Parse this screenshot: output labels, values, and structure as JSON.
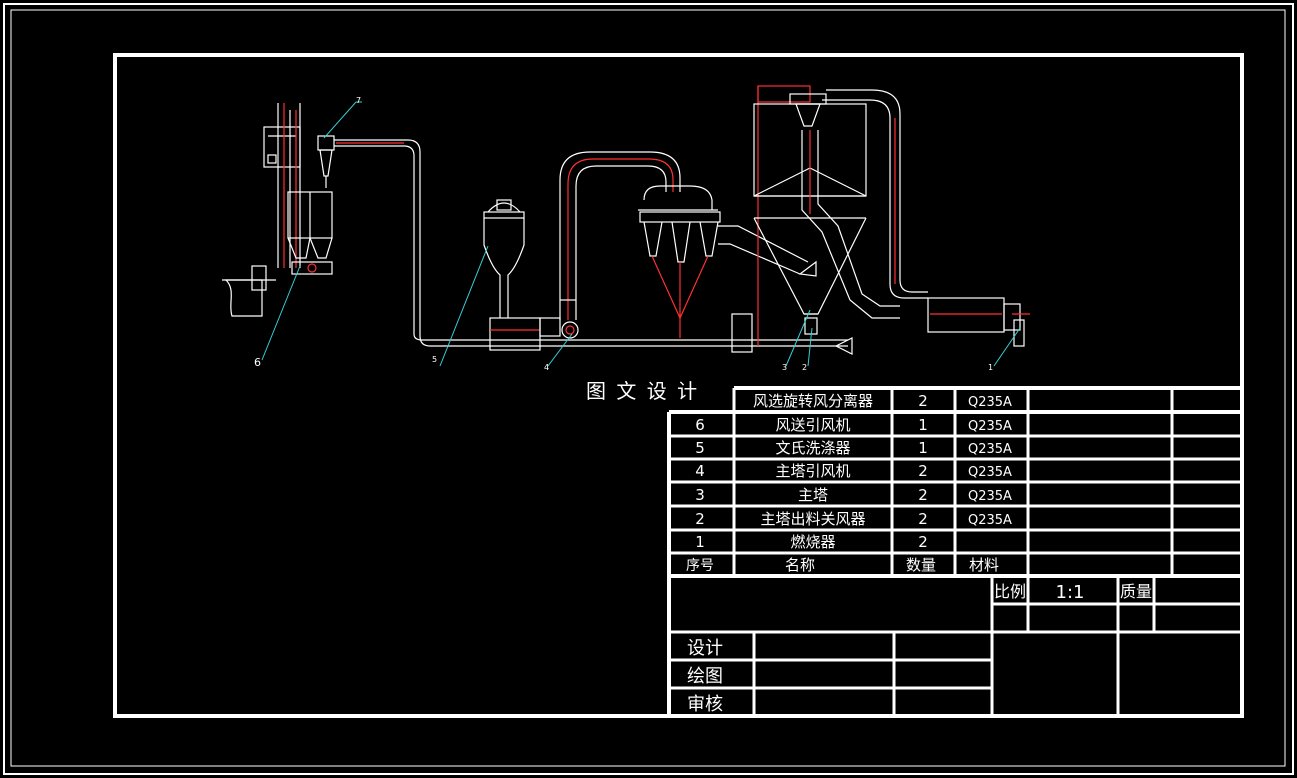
{
  "title_watermark": "图 文 设 计",
  "leaders": [
    "1",
    "2",
    "3",
    "4",
    "5",
    "6",
    "7"
  ],
  "bom": {
    "rows": [
      {
        "no": "",
        "name": "风选旋转风分离器",
        "qty": "2",
        "material": "Q235A"
      },
      {
        "no": "6",
        "name": "风送引风机",
        "qty": "1",
        "material": "Q235A"
      },
      {
        "no": "5",
        "name": "文氏洗涤器",
        "qty": "1",
        "material": "Q235A"
      },
      {
        "no": "4",
        "name": "主塔引风机",
        "qty": "2",
        "material": "Q235A"
      },
      {
        "no": "3",
        "name": "主塔",
        "qty": "2",
        "material": "Q235A"
      },
      {
        "no": "2",
        "name": "主塔出料关风器",
        "qty": "2",
        "material": "Q235A"
      },
      {
        "no": "1",
        "name": "燃烧器",
        "qty": "2",
        "material": ""
      }
    ],
    "header": {
      "no": "序号",
      "name": "名称",
      "qty": "数量",
      "material": "材料"
    }
  },
  "title_block": {
    "scale_label": "比例",
    "scale_value": "1:1",
    "mass_label": "质量",
    "design_label": "设计",
    "draw_label": "绘图",
    "review_label": "审核"
  }
}
